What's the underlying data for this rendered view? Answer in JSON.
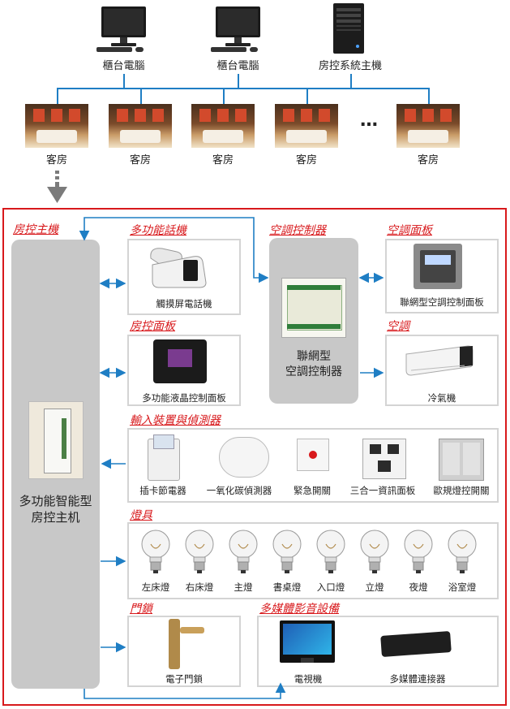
{
  "top": {
    "nodes": [
      {
        "label": "櫃台電腦",
        "icon": "desktop-computer-icon"
      },
      {
        "label": "櫃台電腦",
        "icon": "desktop-computer-icon"
      },
      {
        "label": "房控系統主機",
        "icon": "server-tower-icon"
      }
    ],
    "rooms": [
      "客房",
      "客房",
      "客房",
      "客房",
      "客房"
    ],
    "ellipsis": "…"
  },
  "main": {
    "host_title": "房控主機",
    "host_label": "多功能智能型\n房控主机",
    "phone": {
      "title": "多功能話機",
      "item": "觸摸屏電話機"
    },
    "room_panel": {
      "title": "房控面板",
      "item": "多功能液晶控制面板"
    },
    "ac_controller": {
      "title": "空調控制器",
      "item": "聯網型\n空調控制器"
    },
    "ac_panel": {
      "title": "空調面板",
      "item": "聯網型空調控制面板"
    },
    "ac": {
      "title": "空調",
      "item": "冷氣機"
    },
    "inputs": {
      "title": "輸入裝置與偵測器",
      "items": [
        "插卡節電器",
        "一氧化碳偵測器",
        "緊急開關",
        "三合一資訊面板",
        "歐規燈控開關"
      ]
    },
    "lights": {
      "title": "燈具",
      "items": [
        "左床燈",
        "右床燈",
        "主燈",
        "書桌燈",
        "入口燈",
        "立燈",
        "夜燈",
        "浴室燈"
      ]
    },
    "lock": {
      "title": "門鎖",
      "item": "電子門鎖"
    },
    "media": {
      "title": "多媒體影音設備",
      "items": [
        "電視機",
        "多媒體連接器"
      ]
    }
  },
  "colors": {
    "frame": "#d8191c",
    "connector": "#1f7ec4",
    "title": "#d8191c",
    "host": "#c8c8c8"
  }
}
